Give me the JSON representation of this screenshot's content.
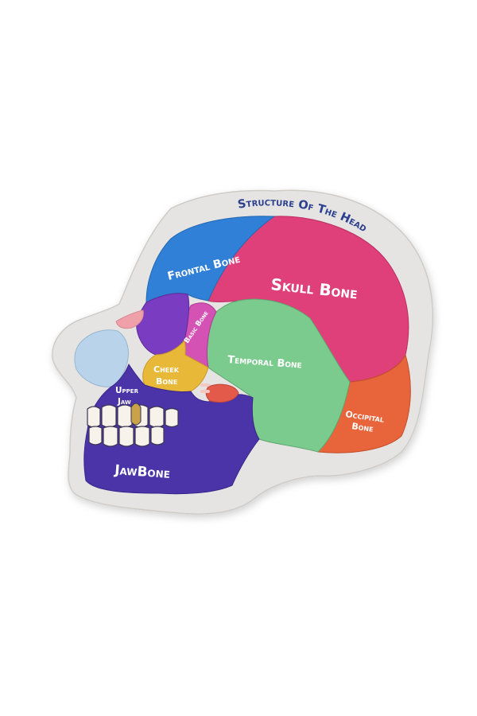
{
  "title": "Structure Of The Head",
  "labels": {
    "frontal": "Frontal Bone",
    "skull": "Skull Bone",
    "basic": "Basic Bone",
    "temporal": "Temporal Bone",
    "cheek_1": "Cheek",
    "cheek_2": "Bone",
    "upper_jaw_1": "Upper",
    "upper_jaw_2": "Jaw",
    "occipital_1": "Occipital",
    "occipital_2": "Bone",
    "jawbone": "JawBone"
  },
  "colors": {
    "board": "#e6e4e2",
    "frontal": "#2f80d6",
    "skull": "#e0407a",
    "temporal": "#7ccb8e",
    "occipital": "#e8643a",
    "basic": "#d452b4",
    "cheek": "#e8b838",
    "jaw": "#4a34a8",
    "nasal": "#b9d4ea",
    "eye": "#7a3cc0",
    "teeth": "#f7f3ea"
  }
}
